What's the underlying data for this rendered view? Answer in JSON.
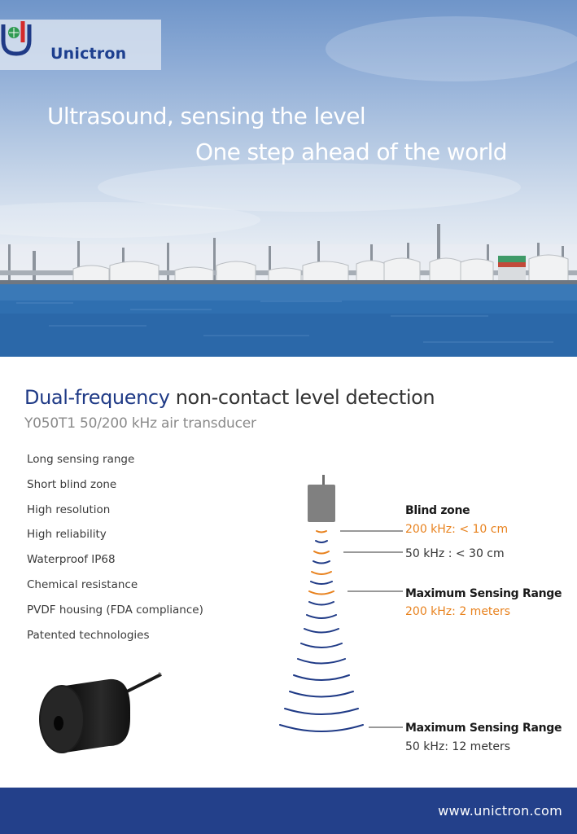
{
  "brand": {
    "name": "Unictron",
    "colors": {
      "navy": "#1f3a86",
      "red": "#d42a2a",
      "orange": "#e8821e",
      "footer": "#23408a"
    }
  },
  "hero": {
    "tagline_1": "Ultrasound, sensing the level",
    "tagline_2": "One step ahead of the world"
  },
  "headline": {
    "highlight": "Dual-frequency",
    "rest": " non-contact level detection"
  },
  "subheadline": "Y050T1 50/200 kHz air transducer",
  "features": [
    "Long sensing range",
    "Short blind zone",
    "High resolution",
    "High reliability",
    "Waterproof IP68",
    "Chemical resistance",
    "PVDF housing (FDA compliance)",
    "Patented technologies"
  ],
  "diagram": {
    "blind_zone_title": "Blind zone",
    "blind_200": "200 kHz: < 10 cm",
    "blind_50": "50 kHz : < 30 cm",
    "max_range_title_1": "Maximum Sensing Range",
    "max_range_200": "200 kHz: 2 meters",
    "max_range_title_2": "Maximum Sensing Range",
    "max_range_50": "50 kHz: 12 meters"
  },
  "footer": {
    "url": "www.unictron.com"
  }
}
